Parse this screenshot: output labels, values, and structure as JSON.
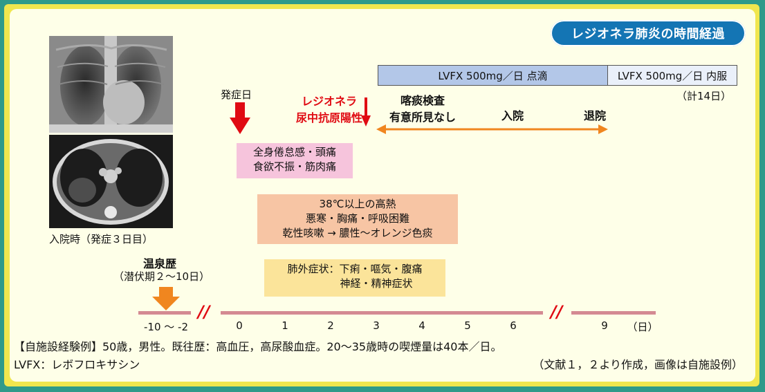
{
  "title": "レジオネラ肺炎の時間経過",
  "image_caption": "入院時（発症３日目）",
  "treatment": {
    "iv_label": "LVFX 500mg／日 点滴",
    "oral_label": "LVFX 500mg／日 内服",
    "total_label": "（計14日）"
  },
  "events": {
    "onset_label": "発症日",
    "urine_antigen_line1": "レジオネラ",
    "urine_antigen_line2": "尿中抗原陽性",
    "sputum_line1": "喀痰検査",
    "sputum_line2": "有意所見なし",
    "admission_label": "入院",
    "discharge_label": "退院"
  },
  "symptoms": {
    "group1": [
      "全身倦怠感・頭痛",
      "食欲不振・筋肉痛"
    ],
    "group2": [
      "38℃以上の高熱",
      "悪寒・胸痛・呼吸困難",
      "乾性咳嗽 → 膿性〜オレンジ色痰"
    ],
    "group3": [
      "肺外症状：下痢・嘔気・腹痛",
      "神経・精神症状"
    ]
  },
  "exposure": {
    "label": "温泉歴",
    "incubation": "（潜伏期２〜10日）"
  },
  "axis": {
    "ticks": [
      "-10 〜 -2",
      "0",
      "1",
      "2",
      "3",
      "4",
      "5",
      "6",
      "9"
    ],
    "unit": "（日）",
    "break_symbol": "//"
  },
  "footer": {
    "case_text": "【自施設経験例】50歳，男性。既往歴：高血圧，高尿酸血症。20〜35歳時の喫煙量は40本／日。",
    "abbreviation": "LVFX：レボフロキサシン",
    "source": "（文献１，２より作成，画像は自施設例）"
  },
  "colors": {
    "title_bg": "#1475b4",
    "iv_bar": "#b3c7e8",
    "oral_bar": "#eaf0fa",
    "red_arrow": "#e00a12",
    "orange_arrow": "#f0861f",
    "pink_box": "#f6c4dc",
    "salmon_box": "#f7c5a4",
    "yellow_box": "#fbe49a",
    "axis": "#d48a92",
    "break": "#e00a12"
  },
  "icons": {
    "red_arrow": "down-arrow-icon",
    "orange_arrow": "down-arrow-icon",
    "stay_arrow": "double-headed-arrow-icon"
  }
}
